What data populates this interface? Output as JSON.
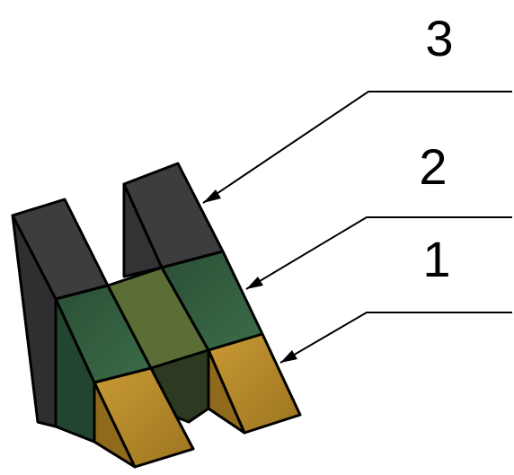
{
  "callouts": [
    {
      "number": "3"
    },
    {
      "number": "2"
    },
    {
      "number": "1"
    }
  ],
  "colors": {
    "background": "#ffffff",
    "outline": "#000000",
    "top_layer_dark": "#3a3a3c",
    "top_layer_light": "#4a4a4c",
    "middle_layer_green": "#2f5a3c",
    "middle_layer_olive": "#5a6e35",
    "bottom_layer_gold": "#b8892a",
    "bottom_layer_gold_dark": "#8f6a1c",
    "recess_dark_green": "#2c3a22"
  }
}
